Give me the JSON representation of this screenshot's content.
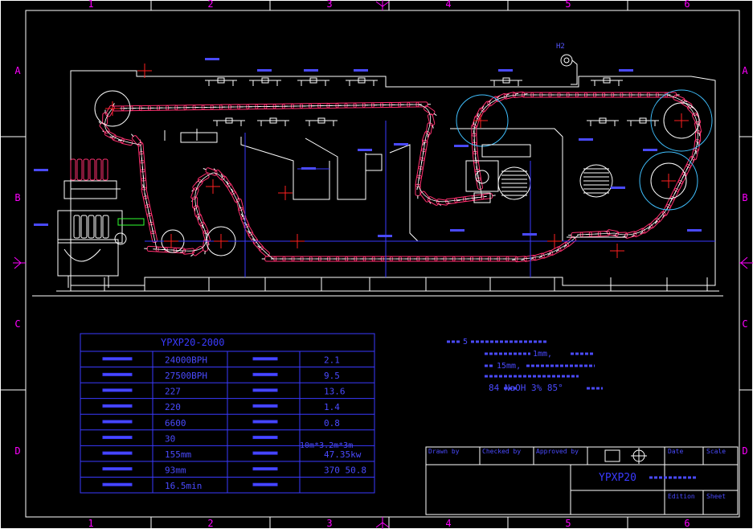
{
  "grid": {
    "columns": [
      "1",
      "2",
      "3",
      "4",
      "5",
      "6"
    ],
    "rows": [
      "A",
      "B",
      "C",
      "D"
    ]
  },
  "drawing": {
    "h2_tag": "H2"
  },
  "spec_table": {
    "title_model": "YPXP20-2000",
    "rows": [
      {
        "v1": "24000BPH",
        "v2": "2.1"
      },
      {
        "v1": "27500BPH",
        "v2": "9.5"
      },
      {
        "v1": "227",
        "v2": "13.6"
      },
      {
        "v1": "220",
        "v2": "1.4"
      },
      {
        "v1": "6600",
        "v2": "0.8"
      },
      {
        "v1": "30",
        "v2": ""
      },
      {
        "v1": "155mm",
        "v2": "47.35kw"
      },
      {
        "v1": "93mm",
        "v2": "370  50.8"
      },
      {
        "v1": "16.5min",
        "v2": ""
      }
    ],
    "dimensions": "10m*3.2m*3m"
  },
  "notes": {
    "line1": "5",
    "line2": "1mm,",
    "line3": "15mm,",
    "line4": "",
    "line5": "84  NaOH  3%        85°"
  },
  "title_block": {
    "drawn_by": "Drawn by",
    "checked_by": "Checked by",
    "approved_by": "Approved by",
    "date": "Date",
    "scale": "Scale",
    "drawing_title": "YPXP20",
    "edition": "Edition",
    "sheet": "Sheet"
  },
  "colors": {
    "frame": "#ffffff",
    "grid_label": "#ff00ff",
    "table": "#3a3aff",
    "text_blue": "#4a4aff",
    "machine": "#ffffff",
    "bottles": "#ff3070",
    "center_marks": "#ff2020",
    "cyan": "#40c0ff"
  }
}
